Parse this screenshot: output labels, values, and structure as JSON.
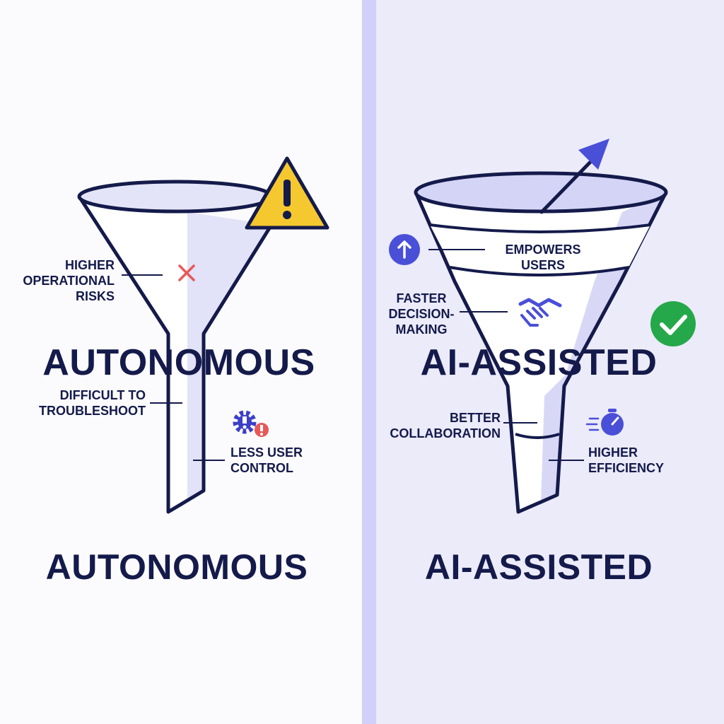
{
  "autonomous": {
    "title_overlay": "AUTONOMOUS",
    "title_bottom": "AUTONOMOUS",
    "labels": {
      "risks": "HIGHER\nOPERATIONAL\nRISKS",
      "troubleshoot": "DIFFICULT TO\nTROUBLESHOOT",
      "control": "LESS USER\nCONTROL"
    },
    "icons": [
      "warning-icon",
      "x-mark-icon",
      "gear-alert-icon"
    ]
  },
  "ai_assisted": {
    "title_overlay": "AI-ASSISTED",
    "title_bottom": "AI-ASSISTED",
    "labels": {
      "empowers": "EMPOWERS\nUSERS",
      "faster": "FASTER\nDECISION-\nMAKING",
      "collaboration": "BETTER\nCOLLABORATION",
      "efficiency": "HIGHER\nEFFICIENCY"
    },
    "icons": [
      "upward-arrow-icon",
      "up-circle-icon",
      "handshake-icon",
      "checkmark-icon",
      "stopwatch-icon"
    ]
  },
  "colors": {
    "navy": "#141a4a",
    "accent": "#4a4fd8",
    "funnel_fill": "#dcdcf6",
    "warning": "#f5c830",
    "error": "#e85858",
    "success": "#25a84a",
    "divider": "#d0d0f8"
  }
}
